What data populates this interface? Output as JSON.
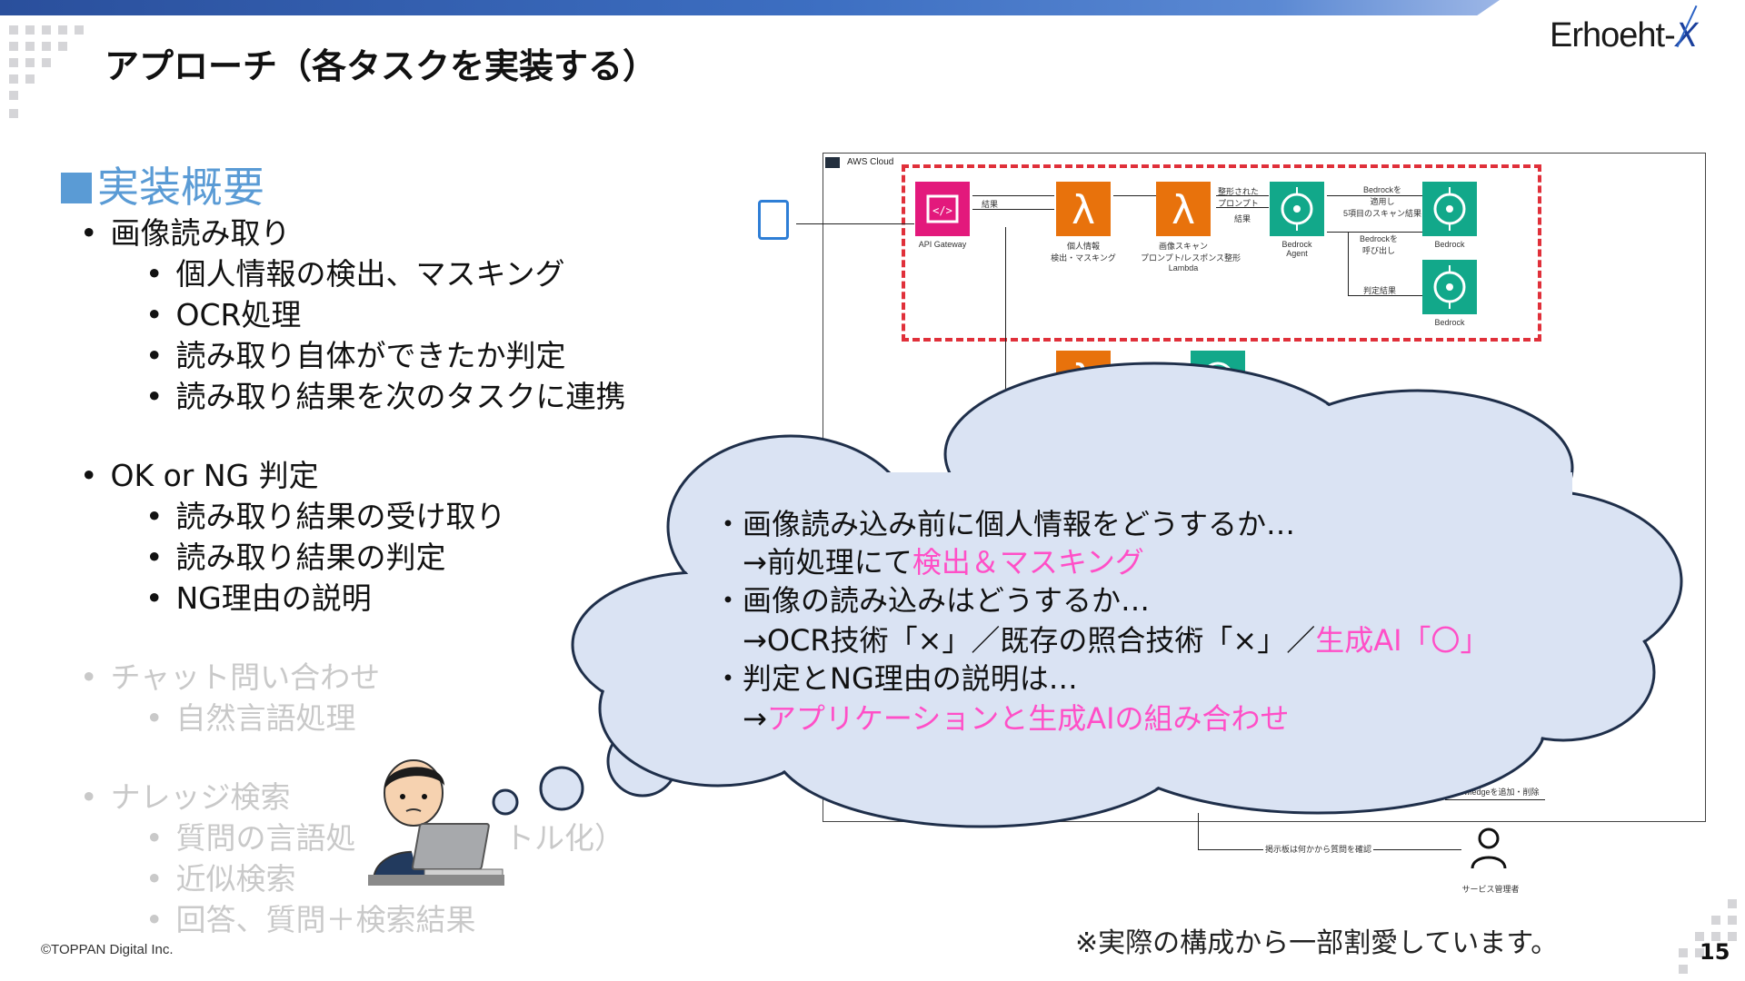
{
  "slide": {
    "title": "アプローチ（各タスクを実装する）",
    "logo_main": "Erhoeht-",
    "logo_x": "X",
    "copyright": "©TOPPAN Digital Inc.",
    "note": "※実際の構成から一部割愛しています。",
    "page_number": "15"
  },
  "outline": {
    "heading": "実装概要",
    "sections": [
      {
        "label": "画像読み取り",
        "dim": false,
        "items": [
          "個人情報の検出、マスキング",
          "OCR処理",
          "読み取り自体ができたか判定",
          "読み取り結果を次のタスクに連携"
        ]
      },
      {
        "label": "OK or NG 判定",
        "dim": false,
        "items": [
          "読み取り結果の受け取り",
          "読み取り結果の判定",
          "NG理由の説明"
        ]
      },
      {
        "label": "チャット問い合わせ",
        "dim": true,
        "items": [
          "自然言語処理"
        ]
      },
      {
        "label": "ナレッジ検索",
        "dim": true,
        "items": [
          "質問の言語処",
          "近似検索",
          "回答、質問＋検索結果"
        ]
      }
    ],
    "partial_text": "トル化）"
  },
  "diagram": {
    "title": "AWS Cloud",
    "services": [
      {
        "name": "API Gateway",
        "kind": "api"
      },
      {
        "name": "個人情報\n検出・マスキング",
        "kind": "lambda"
      },
      {
        "name": "画像スキャン\nプロンプト/レスポンス整形\nLambda",
        "kind": "lambda"
      },
      {
        "name": "Bedrock\nAgent",
        "kind": "bedrock"
      },
      {
        "name": "Bedrock",
        "kind": "bedrock"
      },
      {
        "name": "Bedrock",
        "kind": "bedrock"
      }
    ],
    "edge_labels": {
      "a": "結果",
      "b": "整形された\nプロンプト",
      "c": "結果",
      "d": "Bedrockを\n適用し\n5項目のスキャン結果",
      "e": "Bedrockを\n呼び出し",
      "f": "判定結果",
      "g": "Knowledgeを追加・削除",
      "h": "掲示板は何かから質問を確認"
    },
    "user_label": "サービス管理者"
  },
  "thought": {
    "lines": [
      {
        "plain": "・画像読み込み前に個人情報をどうするか…",
        "pink": ""
      },
      {
        "plain": "　→前処理にて",
        "pink": "検出＆マスキング"
      },
      {
        "plain": "・画像の読み込みはどうするか…",
        "pink": ""
      },
      {
        "plain": "　→OCR技術「×」／既存の照合技術「×」／",
        "pink": "生成AI「〇」"
      },
      {
        "plain": "・判定とNG理由の説明は…",
        "pink": ""
      },
      {
        "plain": "　→",
        "pink": "アプリケーションと生成AIの組み合わせ"
      }
    ]
  },
  "colors": {
    "heading_blue": "#5a9bd5",
    "pink_highlight": "#ff4fc7",
    "cloud_fill": "#dae3f3",
    "lambda_orange": "#e8720c",
    "bedrock_green": "#12a88a",
    "api_pink": "#e3197c",
    "dashed_red": "#e0303a"
  }
}
